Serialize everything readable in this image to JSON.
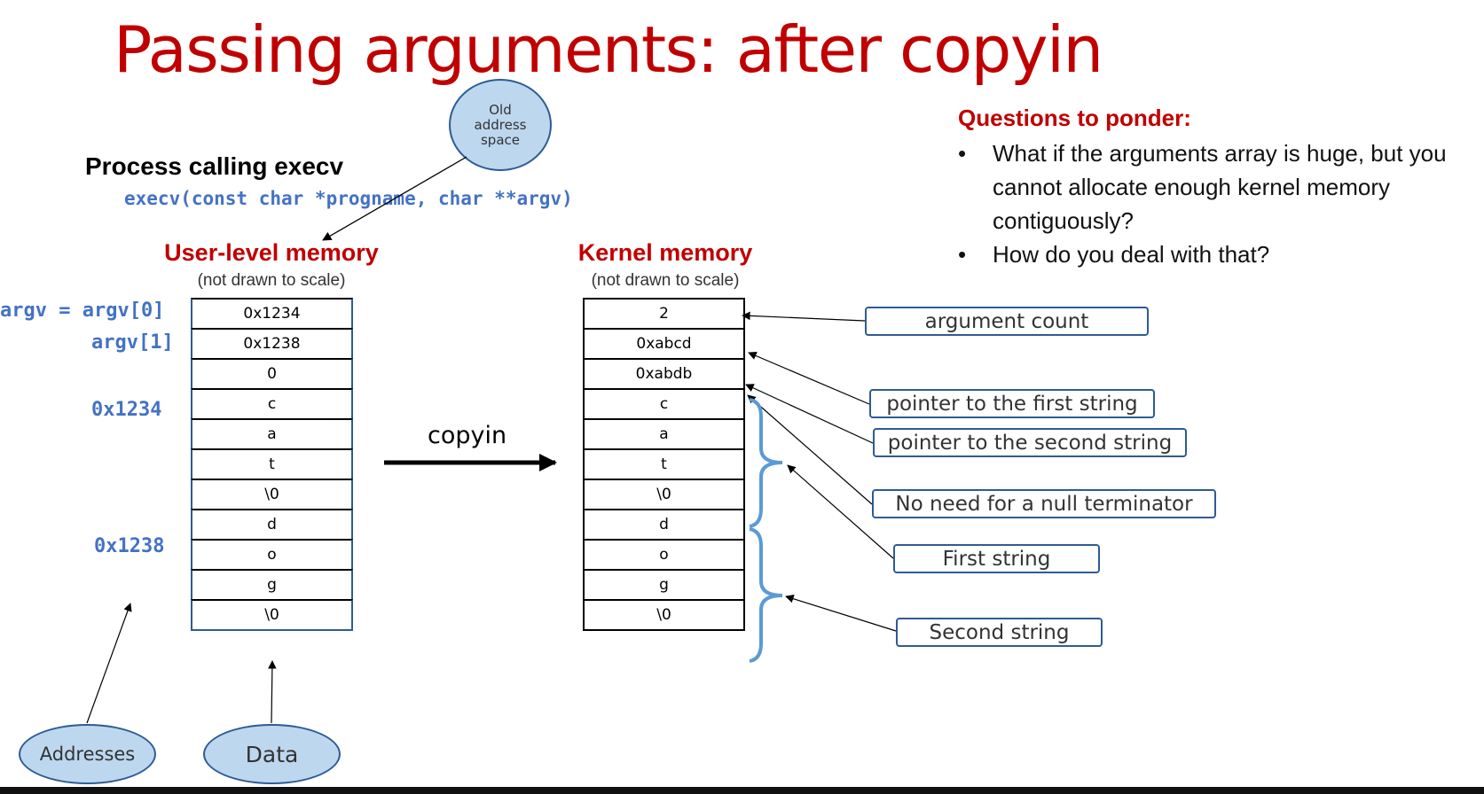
{
  "slide": {
    "title": "Passing arguments: after copyin",
    "process_label": "Process calling execv",
    "execv_signature": "execv(const char *progname, char **argv)",
    "old_address_space": "Old address space",
    "user_memory": {
      "title": "User-level memory",
      "note": "(not drawn to scale)",
      "cells": [
        "0x1234",
        "0x1238",
        "0",
        "c",
        "a",
        "t",
        "\\0",
        "d",
        "o",
        "g",
        "\\0"
      ]
    },
    "kernel_memory": {
      "title": "Kernel memory",
      "note": "(not drawn to scale)",
      "cells": [
        "2",
        "0xabcd",
        "0xabdb",
        "c",
        "a",
        "t",
        "\\0",
        "d",
        "o",
        "g",
        "\\0"
      ]
    },
    "address_labels": {
      "argv0": "argv = argv[0]",
      "argv1": "argv[1]",
      "addr1": "0x1234",
      "addr2": "0x1238"
    },
    "copyin_label": "copyin",
    "callouts": {
      "argument_count": "argument count",
      "pointer_first": "pointer to the first string",
      "pointer_second": "pointer to the second string",
      "no_null": "No need for a null terminator",
      "first_string": "First string",
      "second_string": "Second string"
    },
    "bottom_ellipses": {
      "addresses": "Addresses",
      "data": "Data"
    },
    "questions": {
      "title": "Questions to ponder:",
      "items": [
        "What if the arguments array is huge, but you cannot allocate enough kernel memory contiguously?",
        "How do you deal with that?"
      ]
    },
    "colors": {
      "title_red": "#c00000",
      "code_blue": "#4472c4",
      "ellipse_fill": "#bdd7ee",
      "box_border": "#2e5b94",
      "brace_blue": "#5b9bd5"
    }
  }
}
